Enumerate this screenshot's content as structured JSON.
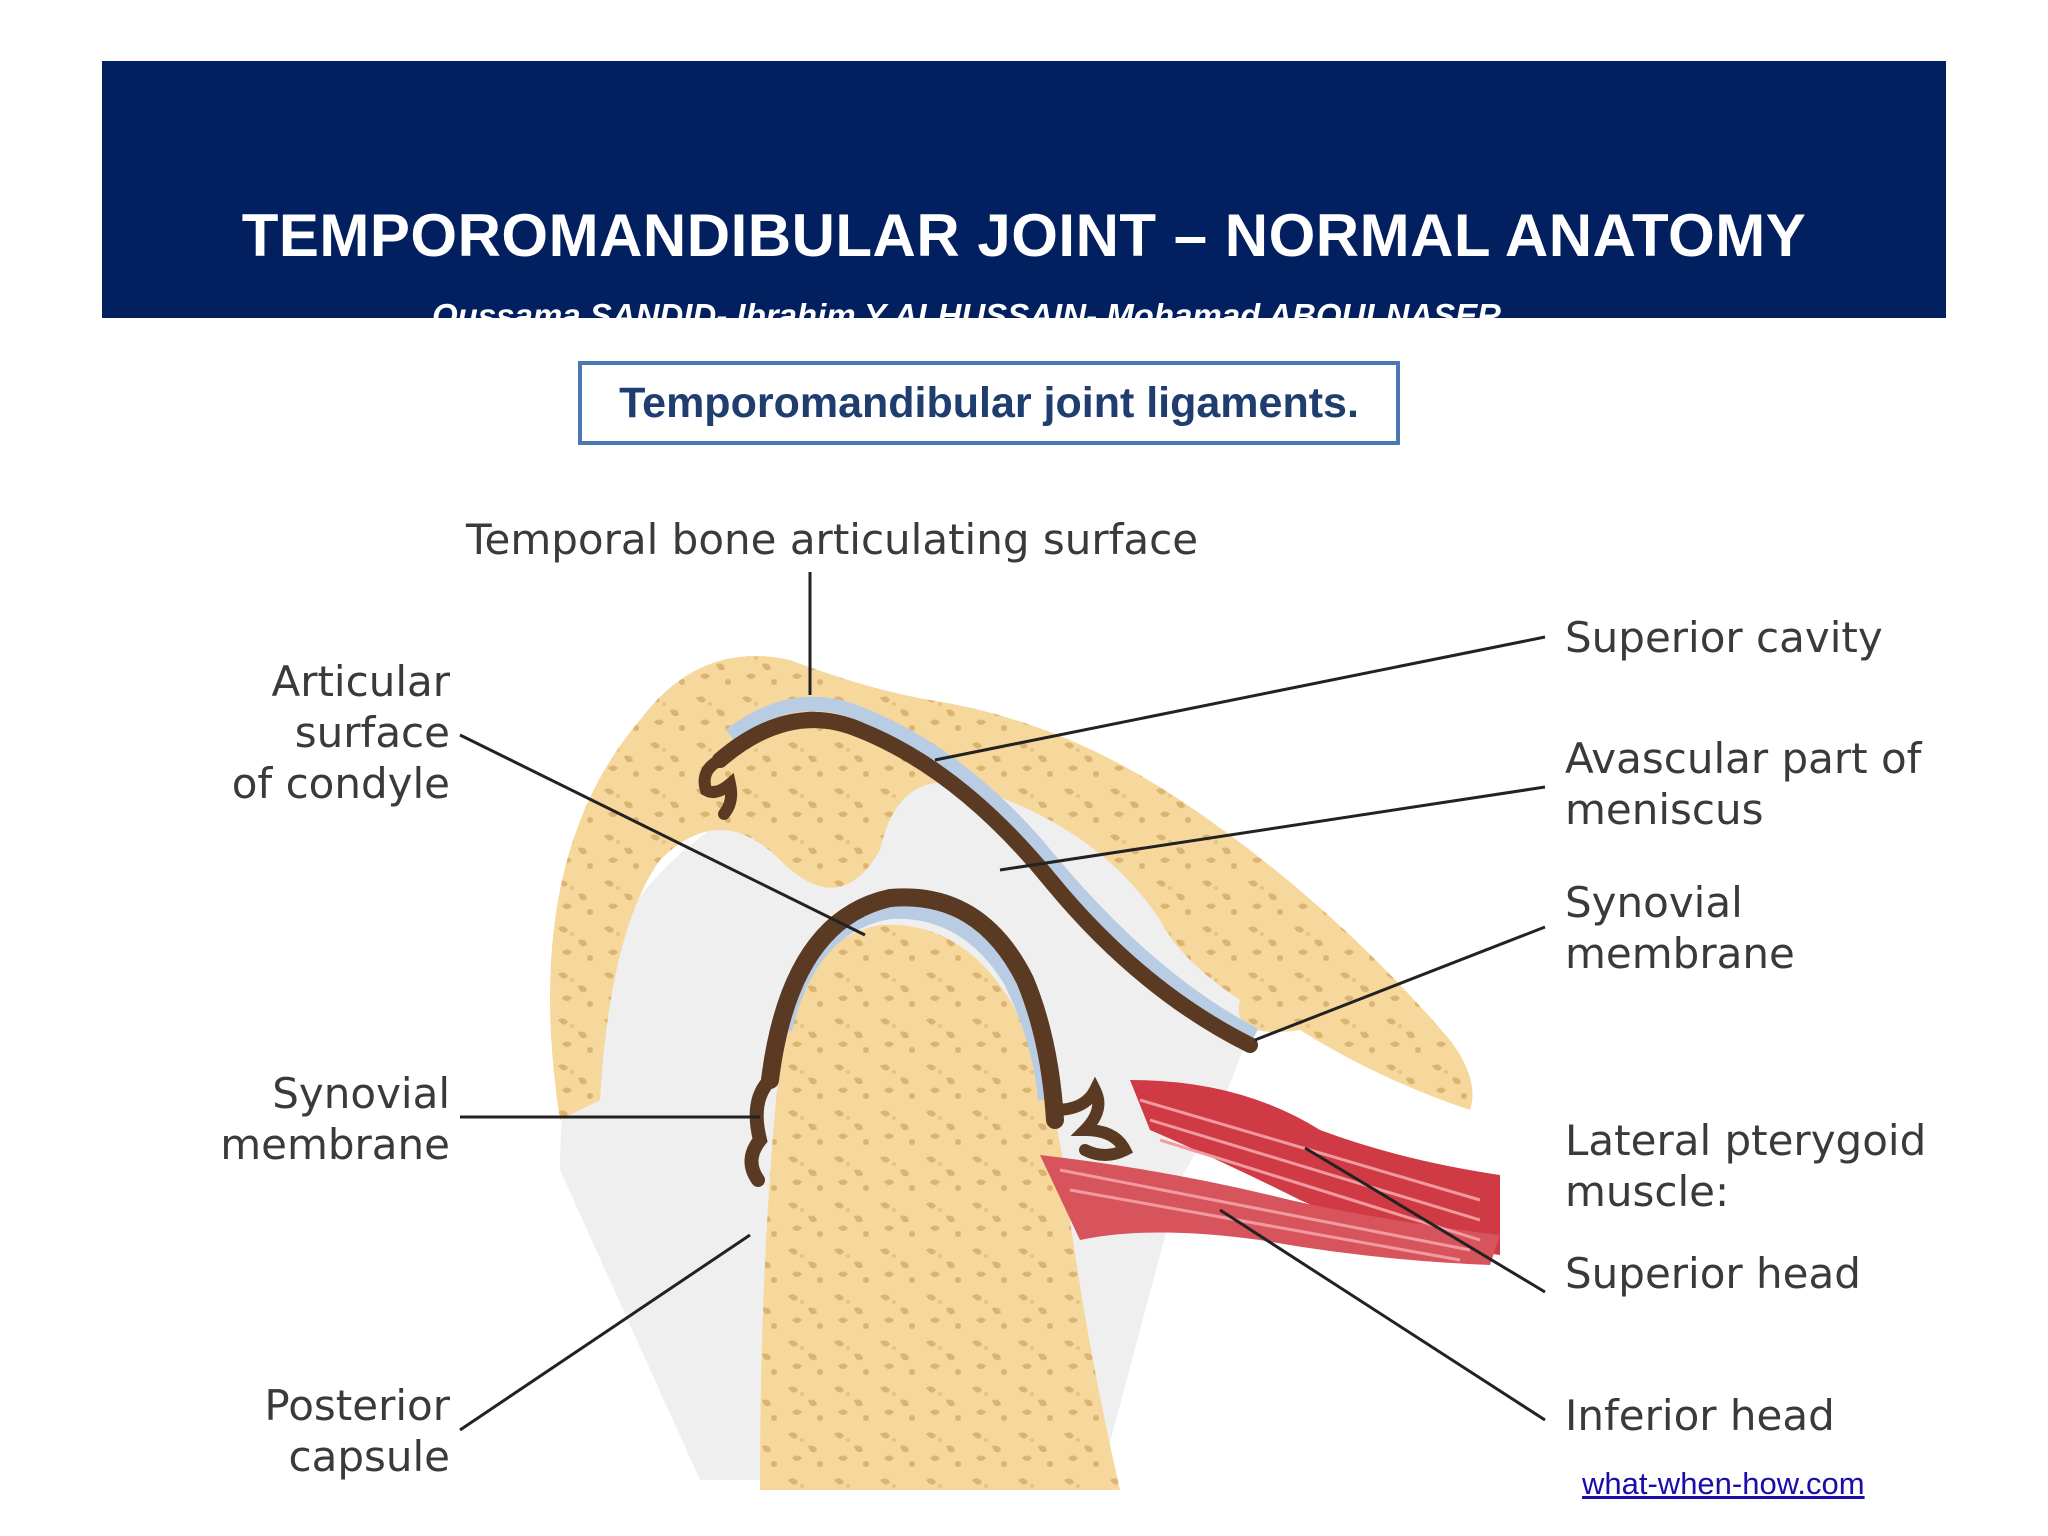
{
  "header": {
    "title": "TEMPOROMANDIBULAR JOINT – NORMAL ANATOMY",
    "authors": "Oussama SANDID- Ibrahim Y ALHUSSAIN- Mohamad ABOULNASER"
  },
  "figure": {
    "caption": "Temporomandibular joint ligaments.",
    "labels": {
      "temporal_bone": "Temporal bone articulating surface",
      "articular_surface": "Articular\nsurface\nof condyle",
      "synovial_membrane_left": "Synovial\nmembrane",
      "posterior_capsule": "Posterior\ncapsule",
      "superior_cavity": "Superior cavity",
      "avascular_meniscus": "Avascular part of\nmeniscus",
      "synovial_membrane_right": "Synovial\nmembrane",
      "lateral_pterygoid": "Lateral pterygoid\nmuscle:",
      "superior_head": "Superior head",
      "inferior_head": "Inferior head"
    },
    "colors": {
      "bone": "#f6d89c",
      "cartilage": "#b8cde3",
      "synovium": "#5a3a22",
      "muscle": "#cf3a45",
      "capsule": "#eeeeee"
    }
  },
  "credit": "what-when-how.com"
}
